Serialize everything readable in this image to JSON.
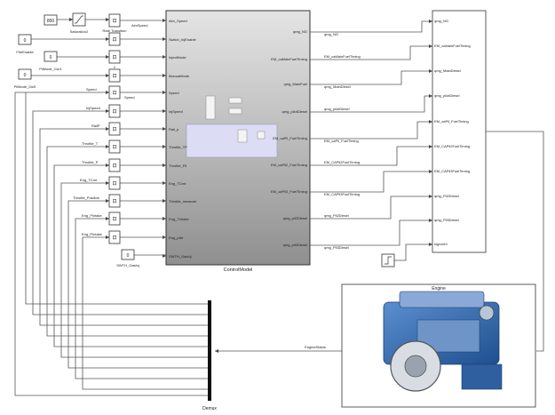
{
  "sources": {
    "const_800": "800",
    "saturation": "Saturation2",
    "rate_transition": "Rate Transition",
    "aim_speed_sig": "AimSpeed",
    "fire_enable_val": "0",
    "fire_enable": "FireEnable",
    "pilmode_gor_val": "0",
    "pilmode_gor": "PilMode_Gor1",
    "gain_2": "2",
    "pilmode_dis_val": "0",
    "pilmode_dis": "PilMode_0IsS",
    "speed_sig": "Speed",
    "speed_goto": "Speed",
    "inj_speed_sig": "InjSpeed",
    "railp_sig": "RailP",
    "throttle_t_sig": "Throttle_T",
    "throttle_p_sig": "Throttle_P",
    "eng_tcrnt_sig": "Eng_TCrnt",
    "throttle_pos_sig": "Throttle_Position",
    "eng_pintake_sig": "Eng_Pintake",
    "eng_pintake2_sig": "Eng_PIntake",
    "swth_val": "0",
    "swth": "SWTH_GasInj"
  },
  "control_model": {
    "name": "ControlModel",
    "inputs": [
      "Aim_Speed",
      "Switch_InjEnable",
      "InjectMode",
      "ManualMode",
      "Speed",
      "InjSpeed",
      "Rail_p",
      "Throttle_TP",
      "Throttle_Pll",
      "Eng_TCrnt",
      "Throttle_measure",
      "Eng_TIntake",
      "Eng_pAir",
      "SWTH_GasInj"
    ],
    "outputs": [
      "qmg_NG",
      "EM_caMainFuelTiming",
      "qmg_MainFuel",
      "qmg_pilotDiesel",
      "EM_caPil_FuelTiming",
      "EM_caPil2_FuelTiming",
      "EM_caPil3_FuelTiming",
      "qmg_pil2Diesel",
      "qmg_pil3Diesel"
    ]
  },
  "signals": [
    "qmg_NG",
    "EM_caMainFuelTiming",
    "qmg_MainDiesel",
    "qmg_pilotDiesel",
    "EM_caPil_FuelTiming",
    "EM_CAPil2FuelTiming",
    "EM_CAPil3FuelTiming",
    "qmg_Pil2Diesel",
    "qmg_Pil3Diesel"
  ],
  "engine_block": {
    "inputs": [
      "qmg_NG",
      "EM_caMainFuelTiming",
      "qmg_MainDiesel",
      "qmg_pilotDiesel",
      "EM_caPil_FuelTiming",
      "EM_CAPil2FuelTiming",
      "EM_CAPil3FuelTiming",
      "qmg_Pil2Diesel",
      "qmg_Pil3Diesel",
      "signal10"
    ]
  },
  "engine": {
    "title": "Engine",
    "status_sig": "EngineStatus"
  },
  "demux": "Demux"
}
